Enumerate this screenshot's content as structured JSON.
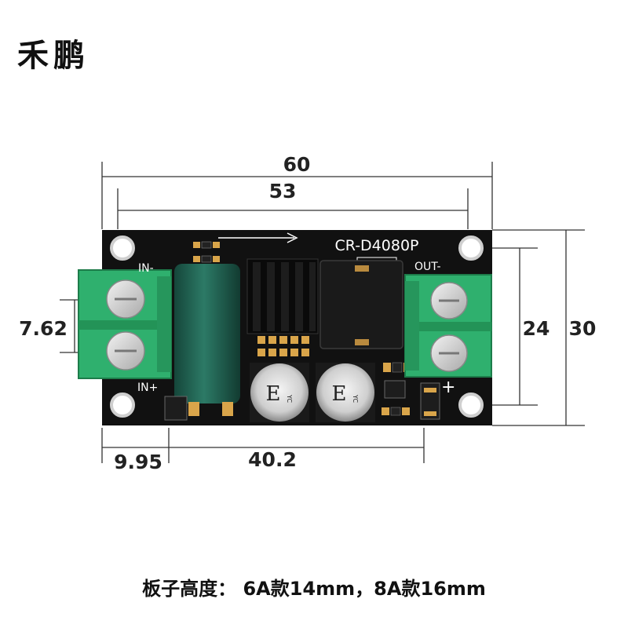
{
  "brand": {
    "logo_text": "禾鹏"
  },
  "board": {
    "model": "CR-D4080P",
    "in_minus": "IN-",
    "in_plus": "IN+",
    "out_minus": "OUT-",
    "out_plus": "+",
    "cap_marking": "E",
    "cap_sub": "YC",
    "colors": {
      "pcb": "#111111",
      "terminal": "#2fb06e",
      "capacitor": "#1f5a4c",
      "hole": "#ffffff"
    }
  },
  "dimensions": {
    "total_width": "60",
    "hole_spacing_width": "53",
    "total_height": "30",
    "hole_spacing_height": "24",
    "terminal_pitch": "7.62",
    "left_offset": "9.95",
    "hole_offset": "40.2"
  },
  "caption": "板子高度： 6A款14mm，8A款16mm"
}
